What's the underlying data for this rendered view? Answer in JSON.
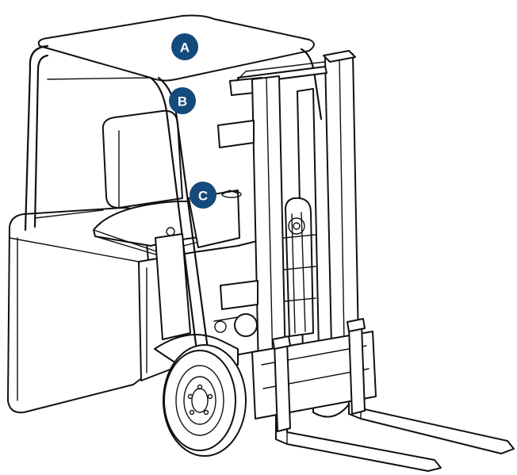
{
  "diagram": {
    "markers": [
      {
        "id": "a",
        "label": "A"
      },
      {
        "id": "b",
        "label": "B"
      },
      {
        "id": "c",
        "label": "C"
      }
    ]
  },
  "colors": {
    "marker": "#154a7d",
    "marker_text": "#ffffff",
    "line": "#111111",
    "background": "#ffffff"
  }
}
